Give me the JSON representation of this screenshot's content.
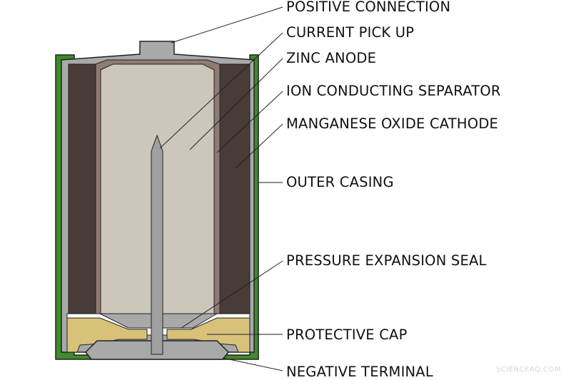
{
  "labels": {
    "positive_connection": "POSITIVE CONNECTION",
    "current_pick_up": "CURRENT PICK UP",
    "zinc_anode": "ZINC ANODE",
    "ion_conducting_separator": "ION CONDUCTING SEPARATOR",
    "manganese_oxide_cathode": "MANGANESE OXIDE CATHODE",
    "outer_casing": "OUTER CASING",
    "pressure_expansion_seal": "PRESSURE EXPANSION SEAL",
    "protective_cap": "PROTECTIVE CAP",
    "negative_terminal": "NEGATIVE TERMINAL"
  },
  "watermark": "SCIENCEAQ.COM",
  "colors": {
    "outer_casing": "#3f8a2b",
    "steel_can": "#a9a9a9",
    "cathode": "#473c37",
    "separator": "#8e7c72",
    "anode": "#cdc6bb",
    "seal": "#d8c27a",
    "pin": "#a0a0a0"
  }
}
